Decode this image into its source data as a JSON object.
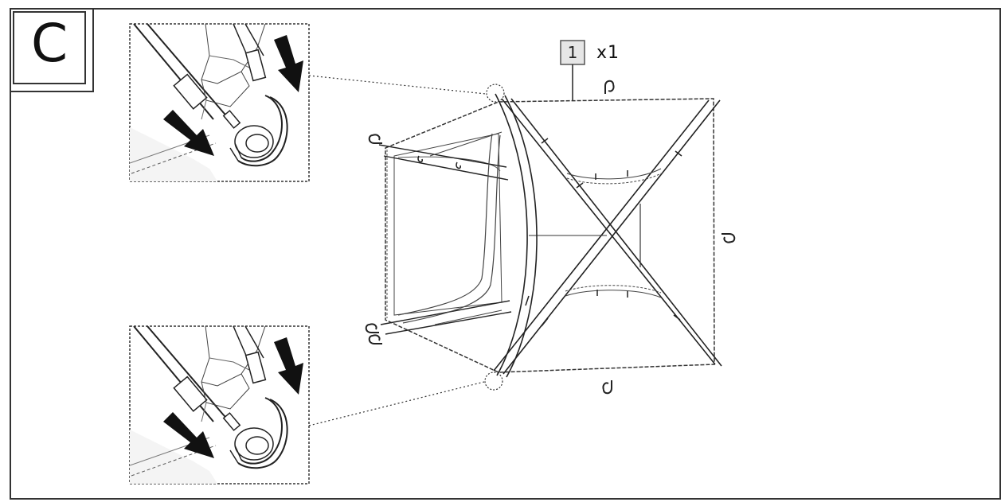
{
  "step": {
    "label": "C"
  },
  "part_callout": {
    "number": "1",
    "quantity": "x1"
  },
  "colors": {
    "ink": "#1a1a1a",
    "frame_line": "#333333",
    "tag_fill": "#e6e6e6",
    "tag_stroke": "#555555",
    "arrow_fill": "#111111",
    "paper": "#ffffff"
  },
  "icons": {
    "detail_arrow": "down-arrow-icon",
    "stake": "tent-stake-icon"
  }
}
